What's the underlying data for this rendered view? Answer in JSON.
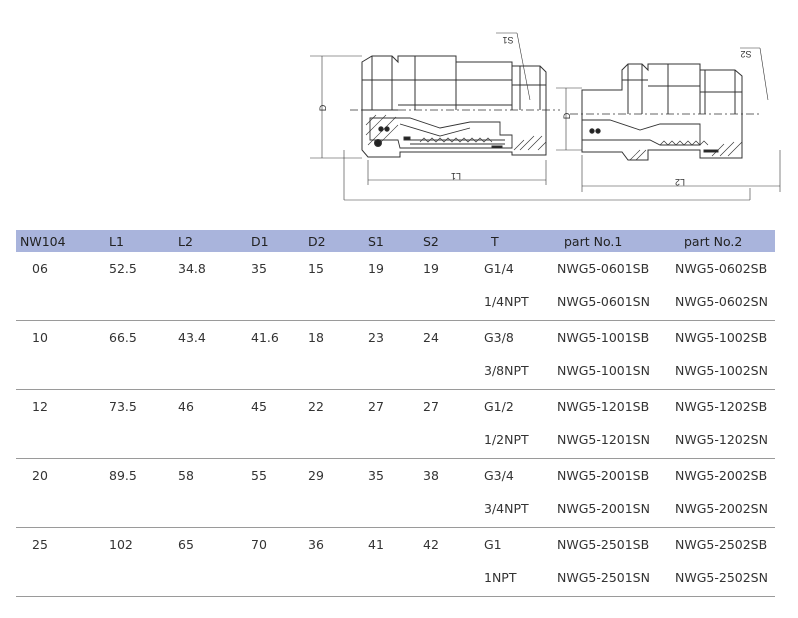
{
  "drawing": {
    "labels": {
      "s1": "S1",
      "s2": "S2",
      "d": "D",
      "d_small": "D",
      "l1": "L1",
      "l2": "L2"
    }
  },
  "table": {
    "headers": [
      "NW104",
      "L1",
      "L2",
      "D1",
      "D2",
      "S1",
      "S2",
      "T",
      "part No.1",
      "part No.2"
    ],
    "rows": [
      {
        "nw": "06",
        "l1": "52.5",
        "l2": "34.8",
        "d1": "35",
        "d2": "15",
        "s1": "19",
        "s2": "19",
        "threads": [
          {
            "t": "G1/4",
            "p1": "NWG5-0601SB",
            "p2": "NWG5-0602SB"
          },
          {
            "t": "1/4NPT",
            "p1": "NWG5-0601SN",
            "p2": "NWG5-0602SN"
          }
        ]
      },
      {
        "nw": "10",
        "l1": "66.5",
        "l2": "43.4",
        "d1": "41.6",
        "d2": "18",
        "s1": "23",
        "s2": "24",
        "threads": [
          {
            "t": "G3/8",
            "p1": "NWG5-1001SB",
            "p2": "NWG5-1002SB"
          },
          {
            "t": "3/8NPT",
            "p1": "NWG5-1001SN",
            "p2": "NWG5-1002SN"
          }
        ]
      },
      {
        "nw": "12",
        "l1": "73.5",
        "l2": "46",
        "d1": "45",
        "d2": "22",
        "s1": "27",
        "s2": "27",
        "threads": [
          {
            "t": "G1/2",
            "p1": "NWG5-1201SB",
            "p2": "NWG5-1202SB"
          },
          {
            "t": "1/2NPT",
            "p1": "NWG5-1201SN",
            "p2": "NWG5-1202SN"
          }
        ]
      },
      {
        "nw": "20",
        "l1": "89.5",
        "l2": "58",
        "d1": "55",
        "d2": "29",
        "s1": "35",
        "s2": "38",
        "threads": [
          {
            "t": "G3/4",
            "p1": "NWG5-2001SB",
            "p2": "NWG5-2002SB"
          },
          {
            "t": "3/4NPT",
            "p1": "NWG5-2001SN",
            "p2": "NWG5-2002SN"
          }
        ]
      },
      {
        "nw": "25",
        "l1": "102",
        "l2": "65",
        "d1": "70",
        "d2": "36",
        "s1": "41",
        "s2": "42",
        "threads": [
          {
            "t": "G1",
            "p1": "NWG5-2501SB",
            "p2": "NWG5-2502SB"
          },
          {
            "t": "1NPT",
            "p1": "NWG5-2501SN",
            "p2": "NWG5-2502SN"
          }
        ]
      }
    ]
  }
}
